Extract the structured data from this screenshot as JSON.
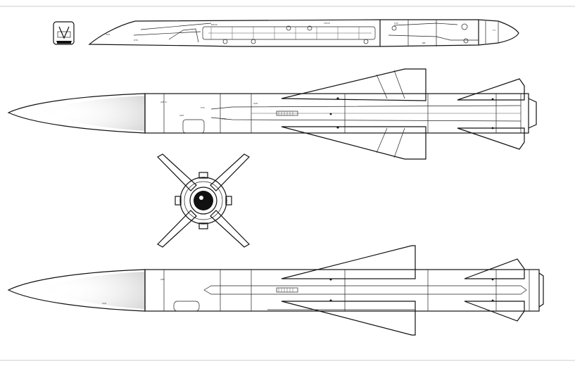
{
  "drawing": {
    "type": "missile-three-view",
    "views": [
      "side-cutaway",
      "side-elevation",
      "front",
      "plan"
    ],
    "colors": {
      "background": "#ffffff",
      "ink": "#111111",
      "frame_line": "#bbbbbb"
    }
  }
}
